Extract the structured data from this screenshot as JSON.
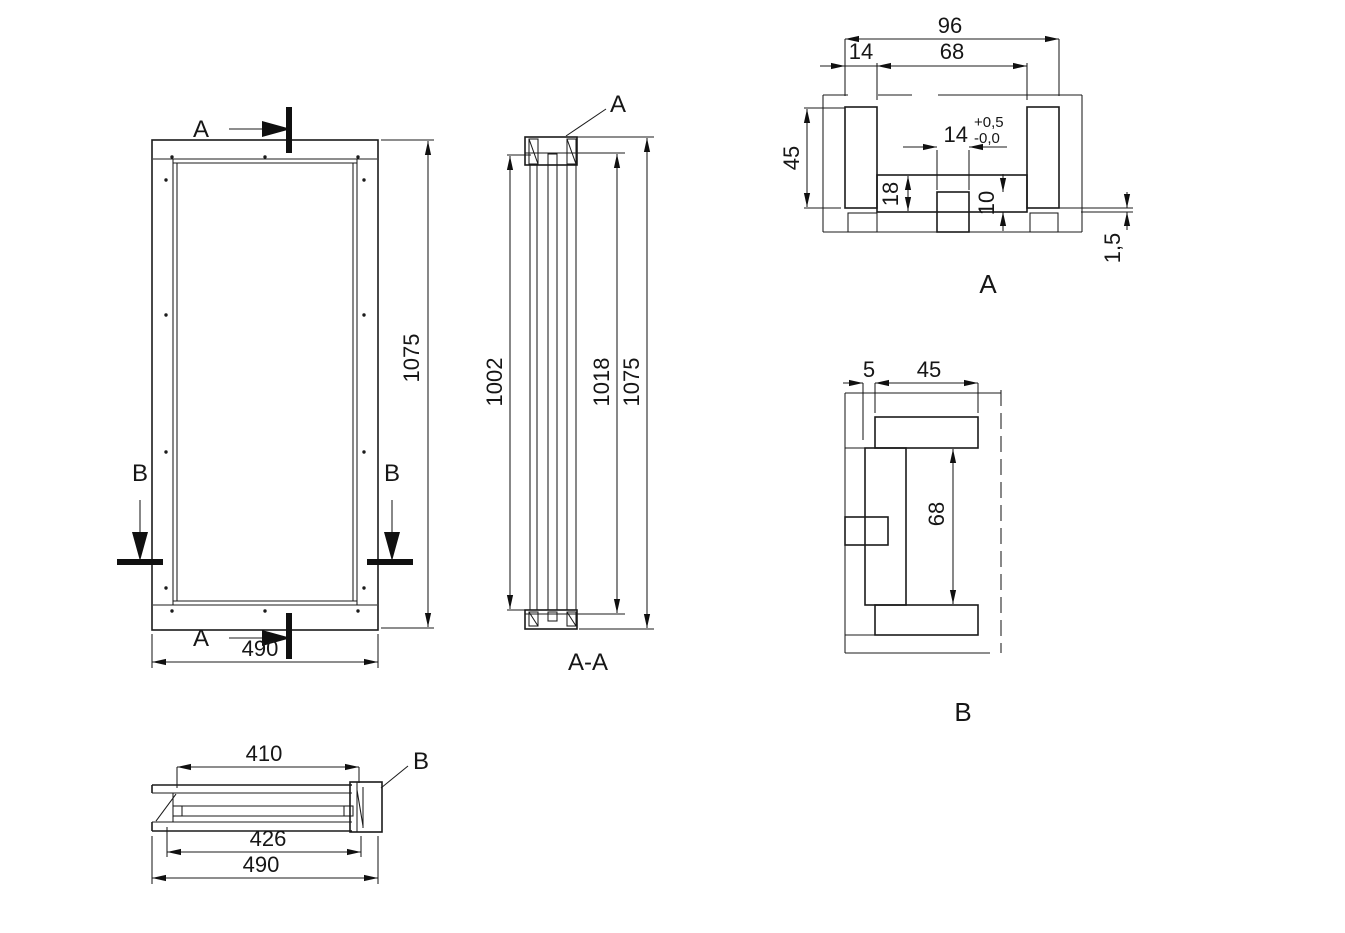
{
  "sheet": {
    "background": "#ffffff",
    "line_color": "#1b1b1b"
  },
  "front_view": {
    "section_a_top": "A",
    "section_a_bottom": "A",
    "section_b_left": "B",
    "section_b_right": "B",
    "dim_height": "1075",
    "dim_width": "490"
  },
  "section_aa": {
    "title": "A-A",
    "leader": "A",
    "dim_glass": "1002",
    "dim_mid": "1018",
    "dim_total": "1075"
  },
  "detail_a": {
    "title": "A",
    "dim_total": "96",
    "dim_post": "14",
    "dim_opening": "68",
    "dim_height": "45",
    "dim_groove": "14",
    "tol_plus": "+0,5",
    "tol_minus": "-0,0",
    "dim_strip": "18",
    "dim_depth": "10",
    "dim_lip": "1,5"
  },
  "detail_b": {
    "title": "B",
    "dim_gap": "5",
    "dim_width": "45",
    "dim_height": "68"
  },
  "top_view": {
    "leader": "B",
    "dim_inner": "410",
    "dim_mid": "426",
    "dim_outer": "490"
  }
}
